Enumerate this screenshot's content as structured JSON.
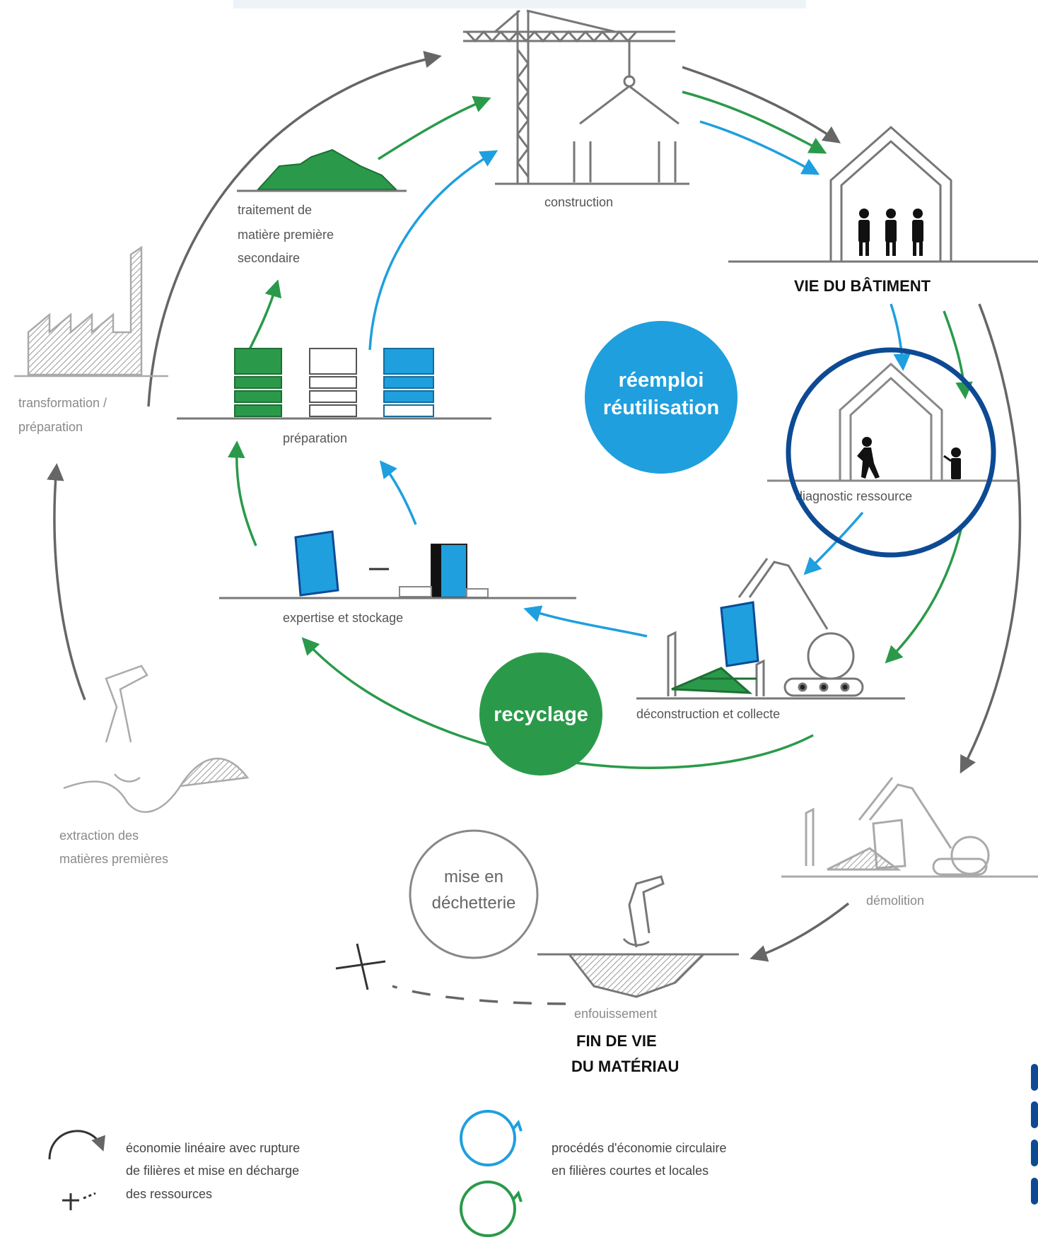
{
  "colors": {
    "blue": "#1f9fde",
    "green": "#2a9a4a",
    "grey": "#666666",
    "light_grey": "#a9a9a9",
    "highlight": "#0d4a94"
  },
  "stages": {
    "construction": "construction",
    "vie_line1": "VIE DU BÂTIMENT",
    "traitement": [
      "traitement de",
      "matière première",
      "secondaire"
    ],
    "transformation": [
      "transformation /",
      "préparation"
    ],
    "preparation": "préparation",
    "diagnostic": "diagnostic ressource",
    "expertise": "expertise et stockage",
    "deconstruction": "déconstruction et collecte",
    "extraction": [
      "extraction des",
      "matières premières"
    ],
    "demolition": "démolition",
    "enfouissement": "enfouissement",
    "fin_de_vie": [
      "FIN DE VIE",
      "DU MATÉRIAU"
    ]
  },
  "bubbles": {
    "reemploi": [
      "réemploi",
      "réutilisation"
    ],
    "recyclage": "recyclage",
    "dechetterie": [
      "mise en",
      "déchetterie"
    ]
  },
  "legend": {
    "linear": [
      "économie linéaire avec rupture",
      "de filières et mise en décharge",
      "des ressources"
    ],
    "circular": [
      "procédés d'économie circulaire",
      "en filières courtes et locales"
    ]
  },
  "icons": [
    "crane-icon",
    "house-icon",
    "factory-icon",
    "pallet-icon",
    "excavator-icon",
    "pile-icon",
    "bin-icon"
  ]
}
